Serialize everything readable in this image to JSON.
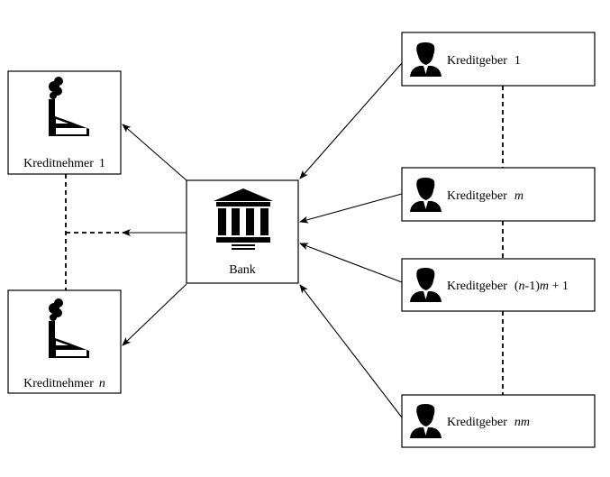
{
  "borrowers": [
    {
      "label": "Kreditnehmer",
      "index": "1",
      "icon": "factory-icon"
    },
    {
      "label": "Kreditnehmer",
      "index": "n",
      "icon": "factory-icon"
    }
  ],
  "bank": {
    "label": "Bank",
    "icon": "bank-icon"
  },
  "lenders": [
    {
      "label": "Kreditgeber",
      "index": "1",
      "icon": "person-icon"
    },
    {
      "label": "Kreditgeber",
      "index": "m",
      "icon": "person-icon"
    },
    {
      "label": "Kreditgeber",
      "index_prefix": "(",
      "index_var": "n",
      "index_mid": "-1)",
      "index_var2": "m",
      "index_suffix": " + 1",
      "icon": "person-icon"
    },
    {
      "label": "Kreditgeber",
      "index": "nm",
      "icon": "person-icon"
    }
  ]
}
